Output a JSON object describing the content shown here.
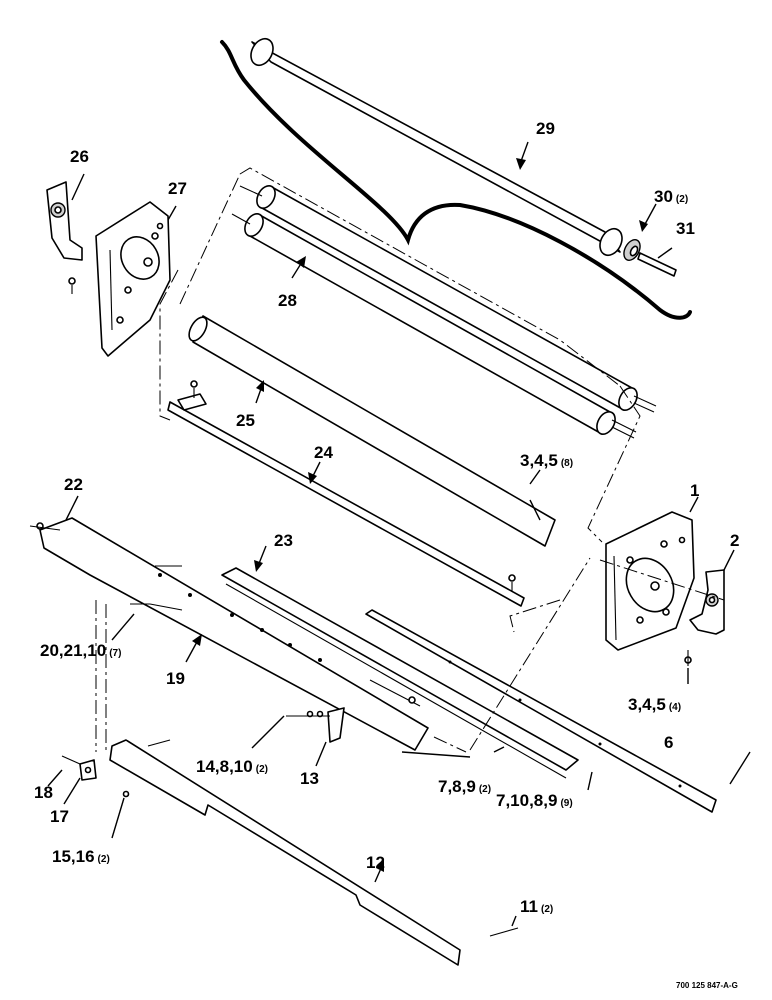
{
  "callouts": [
    {
      "num": "1",
      "qty": ""
    },
    {
      "num": "2",
      "qty": ""
    },
    {
      "num": "3,4,5",
      "qty": "(8)"
    },
    {
      "num": "3,4,5",
      "qty": "(4)"
    },
    {
      "num": "6",
      "qty": ""
    },
    {
      "num": "7,8,9",
      "qty": "(2)"
    },
    {
      "num": "7,10,8,9",
      "qty": "(9)"
    },
    {
      "num": "11",
      "qty": "(2)"
    },
    {
      "num": "12",
      "qty": ""
    },
    {
      "num": "13",
      "qty": ""
    },
    {
      "num": "14,8,10",
      "qty": "(2)"
    },
    {
      "num": "15,16",
      "qty": "(2)"
    },
    {
      "num": "17",
      "qty": ""
    },
    {
      "num": "18",
      "qty": ""
    },
    {
      "num": "19",
      "qty": ""
    },
    {
      "num": "20,21,10",
      "qty": "(7)"
    },
    {
      "num": "22",
      "qty": ""
    },
    {
      "num": "23",
      "qty": ""
    },
    {
      "num": "24",
      "qty": ""
    },
    {
      "num": "25",
      "qty": ""
    },
    {
      "num": "26",
      "qty": ""
    },
    {
      "num": "27",
      "qty": ""
    },
    {
      "num": "28",
      "qty": ""
    },
    {
      "num": "29",
      "qty": ""
    },
    {
      "num": "30",
      "qty": "(2)"
    },
    {
      "num": "31",
      "qty": ""
    }
  ],
  "figure_code": "700 125 847-A-G"
}
